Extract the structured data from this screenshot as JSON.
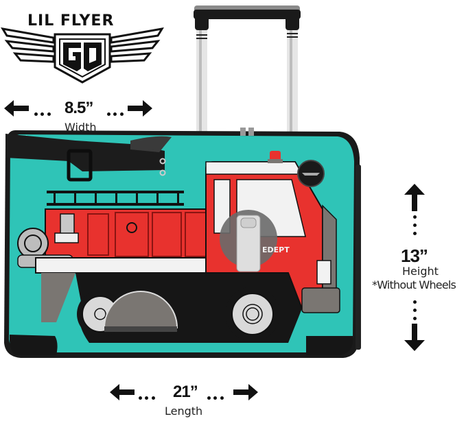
{
  "brand": {
    "name": "LIL FLYER",
    "emblem_letters": "GO"
  },
  "dimensions": {
    "width": {
      "value": "8.5”",
      "label": "Width"
    },
    "height": {
      "value": "13”",
      "label": "Height",
      "note": "*Without Wheels"
    },
    "length": {
      "value": "21”",
      "label": "Length"
    }
  },
  "product": {
    "decal_text": "EDEPT",
    "colors": {
      "shell": "#2fc4b7",
      "truck_red": "#e8322e",
      "trim_black": "#1a1a1a",
      "gray": "#7a7672",
      "white": "#f2f2f2"
    }
  }
}
